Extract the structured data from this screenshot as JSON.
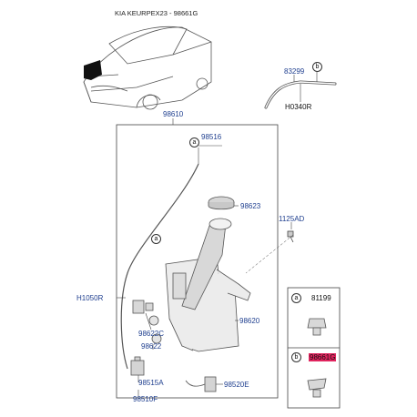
{
  "title": "KIA KEURPEX23 - 98661G",
  "labels": {
    "p83299": "83299",
    "h0340r": "H0340R",
    "p98610": "98610",
    "p98516": "98516",
    "p98623": "98623",
    "p1125ad": "1125AD",
    "h1050r": "H1050R",
    "p98620": "98620",
    "p98622c": "98622C",
    "p98622": "98622",
    "p98515a": "98515A",
    "p98510f": "98510F",
    "p98520e": "98520E",
    "p81199": "81199",
    "p98661g": "98661G"
  },
  "callouts": {
    "a": "a",
    "b": "b"
  },
  "colors": {
    "label_blue": "#1f3f8f",
    "highlight": "#e0245e",
    "line": "#444444"
  }
}
